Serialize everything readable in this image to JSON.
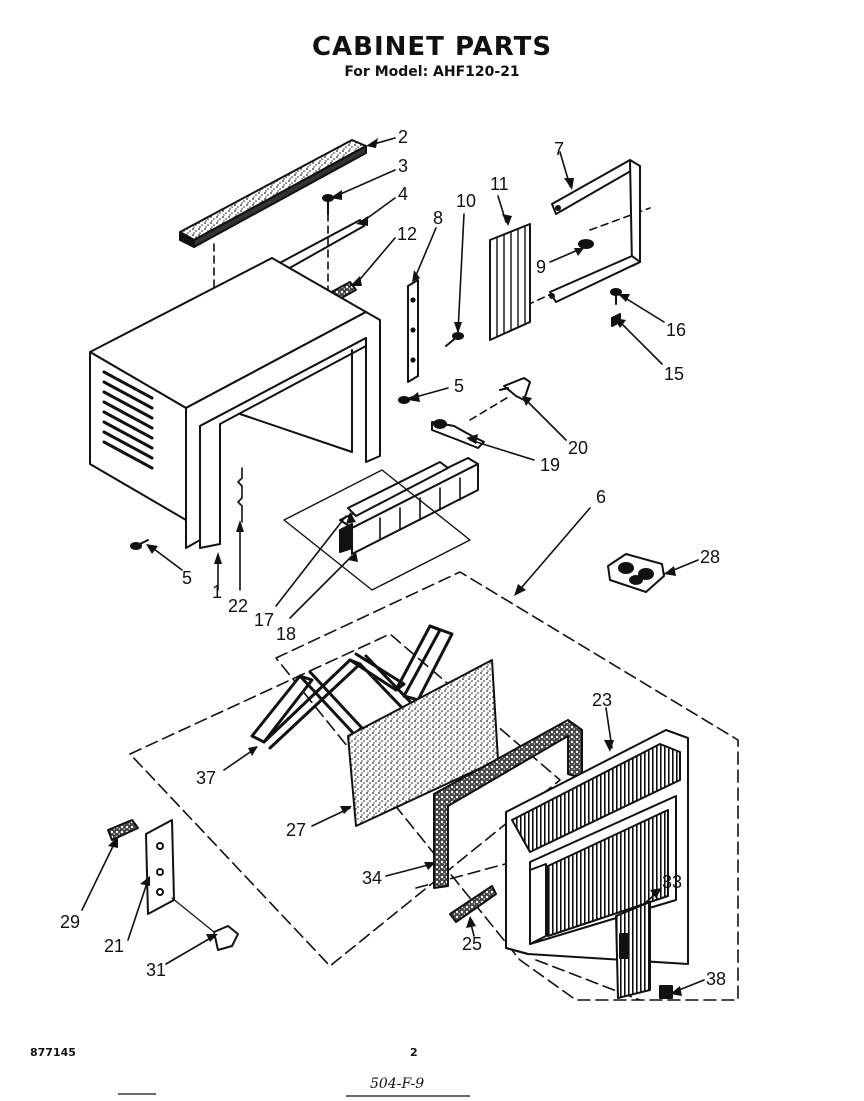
{
  "header": {
    "title": "CABINET PARTS",
    "subtitle": "For Model: AHF120-21"
  },
  "callouts": [
    {
      "id": "c2",
      "label": "2"
    },
    {
      "id": "c3",
      "label": "3"
    },
    {
      "id": "c4",
      "label": "4"
    },
    {
      "id": "c12",
      "label": "12"
    },
    {
      "id": "c8",
      "label": "8"
    },
    {
      "id": "c10",
      "label": "10"
    },
    {
      "id": "c11",
      "label": "11"
    },
    {
      "id": "c7",
      "label": "7"
    },
    {
      "id": "c9",
      "label": "9"
    },
    {
      "id": "c16",
      "label": "16"
    },
    {
      "id": "c15",
      "label": "15"
    },
    {
      "id": "c5a",
      "label": "5"
    },
    {
      "id": "c20",
      "label": "20"
    },
    {
      "id": "c19",
      "label": "19"
    },
    {
      "id": "c6",
      "label": "6"
    },
    {
      "id": "c28",
      "label": "28"
    },
    {
      "id": "c5b",
      "label": "5"
    },
    {
      "id": "c1",
      "label": "1"
    },
    {
      "id": "c22",
      "label": "22"
    },
    {
      "id": "c17",
      "label": "17"
    },
    {
      "id": "c18",
      "label": "18"
    },
    {
      "id": "c23",
      "label": "23"
    },
    {
      "id": "c37",
      "label": "37"
    },
    {
      "id": "c27",
      "label": "27"
    },
    {
      "id": "c34",
      "label": "34"
    },
    {
      "id": "c33",
      "label": "33"
    },
    {
      "id": "c29",
      "label": "29"
    },
    {
      "id": "c21",
      "label": "21"
    },
    {
      "id": "c31",
      "label": "31"
    },
    {
      "id": "c25",
      "label": "25"
    },
    {
      "id": "c38",
      "label": "38"
    }
  ],
  "footer": {
    "doc_number": "877145",
    "page_number": "2",
    "handwritten": "504-F-9"
  }
}
